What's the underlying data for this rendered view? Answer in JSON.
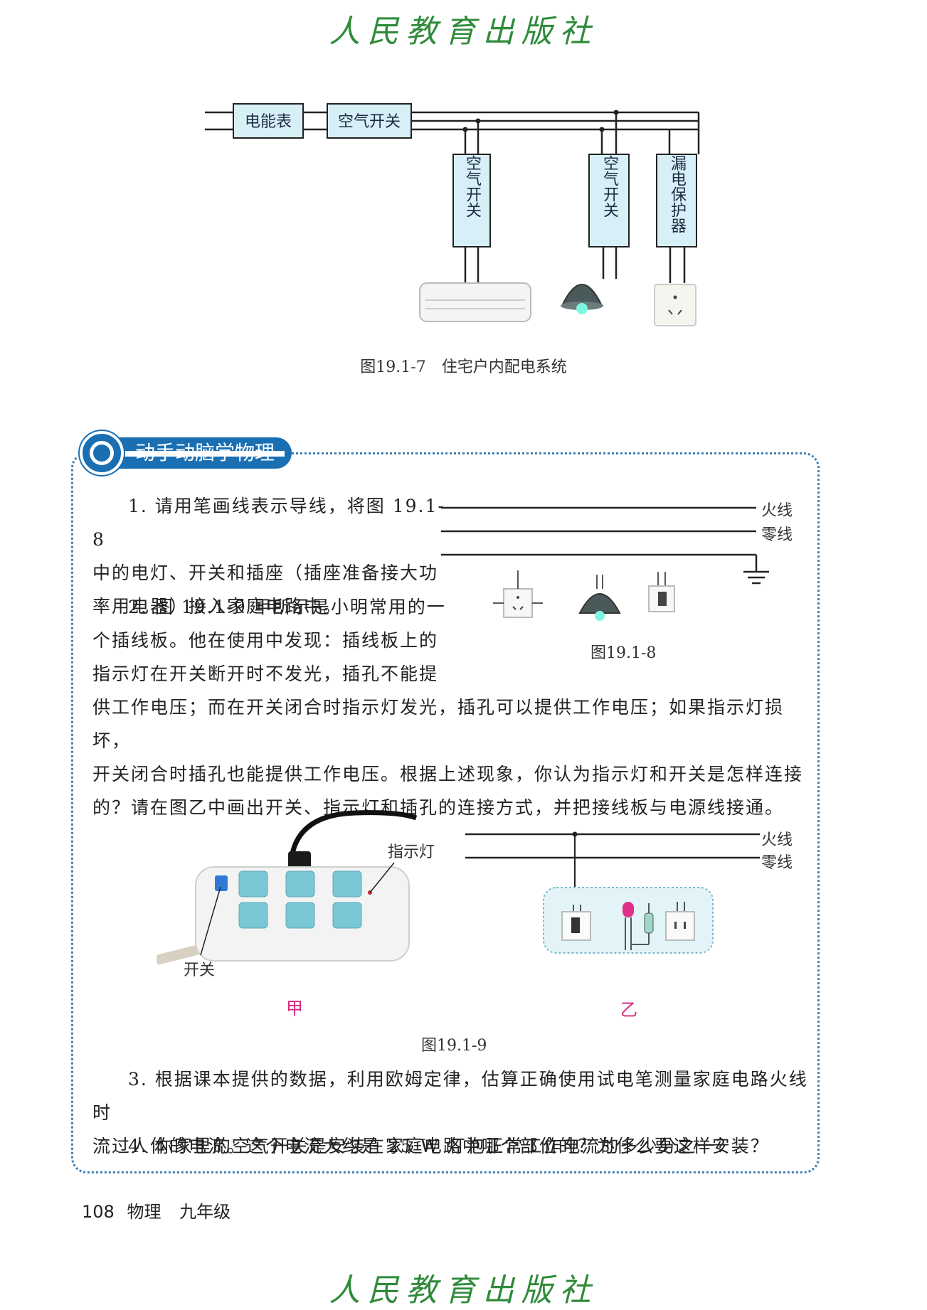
{
  "header": {
    "publisher": "人民教育出版社"
  },
  "figure_19_1_7": {
    "meter_label": "电能表",
    "main_breaker_label": "空气开关",
    "branch1_label": "空气开关",
    "branch2_label": "空气开关",
    "branch3_label": "漏电保护器",
    "caption": "图19.1-7　住宅户内配电系统"
  },
  "section": {
    "title": "动手动脑学物理",
    "q1_lines": [
      "1. 请用笔画线表示导线，将图 19.1-8",
      "中的电灯、开关和插座（插座准备接大功",
      "率用电器）接入家庭电路中。"
    ],
    "q2_lines_narrow": [
      "2. 图 19.1-9 甲所示是小明常用的一",
      "个插线板。他在使用中发现：插线板上的",
      "指示灯在开关断开时不发光，插孔不能提"
    ],
    "q2_lines_wide": [
      "供工作电压；而在开关闭合时指示灯发光，插孔可以提供工作电压；如果指示灯损坏，",
      "开关闭合时插孔也能提供工作电压。根据上述现象，你认为指示灯和开关是怎样连接",
      "的？请在图乙中画出开关、指示灯和插孔的连接方式，并把接线板与电源线接通。"
    ],
    "q3_lines": [
      "3. 根据课本提供的数据，利用欧姆定律，估算正确使用试电笔测量家庭电路火线时",
      "流过人体的电流。这个电流大约是 25 W 灯泡正常工作电流的多少分之一？"
    ],
    "q4_line": "4. 你家里的空气开关是安装在家庭电路中哪个部位的？为什么要这样安装？"
  },
  "figure_19_1_8": {
    "live_label": "火线",
    "neutral_label": "零线",
    "caption": "图19.1-8"
  },
  "figure_19_1_9": {
    "indicator_label": "指示灯",
    "switch_label": "开关",
    "live_label": "火线",
    "neutral_label": "零线",
    "label_a": "甲",
    "label_b": "乙",
    "caption": "图19.1-9"
  },
  "footer": {
    "page_number": "108",
    "subject": "物理",
    "grade": "九年级"
  }
}
